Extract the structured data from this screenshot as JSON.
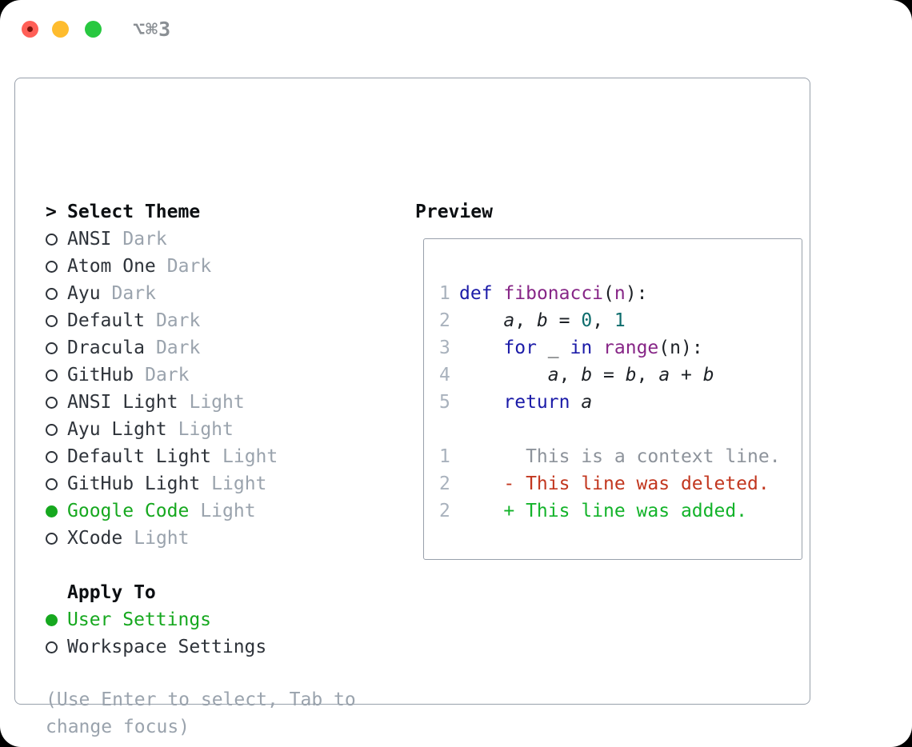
{
  "window": {
    "title": "⌥⌘3",
    "controls": [
      {
        "name": "close"
      },
      {
        "name": "minimize"
      },
      {
        "name": "zoom"
      }
    ]
  },
  "theme_panel": {
    "focus_prefix": ">",
    "title": "Select Theme",
    "themes": [
      {
        "name": "ANSI",
        "variant": "Dark",
        "selected": false
      },
      {
        "name": "Atom One",
        "variant": "Dark",
        "selected": false
      },
      {
        "name": "Ayu",
        "variant": "Dark",
        "selected": false
      },
      {
        "name": "Default",
        "variant": "Dark",
        "selected": false
      },
      {
        "name": "Dracula",
        "variant": "Dark",
        "selected": false
      },
      {
        "name": "GitHub",
        "variant": "Dark",
        "selected": false
      },
      {
        "name": "ANSI Light",
        "variant": "Light",
        "selected": false
      },
      {
        "name": "Ayu Light",
        "variant": "Light",
        "selected": false
      },
      {
        "name": "Default Light",
        "variant": "Light",
        "selected": false
      },
      {
        "name": "GitHub Light",
        "variant": "Light",
        "selected": false
      },
      {
        "name": "Google Code",
        "variant": "Light",
        "selected": true
      },
      {
        "name": "XCode",
        "variant": "Light",
        "selected": false
      }
    ],
    "apply_to": {
      "title": "Apply To",
      "options": [
        {
          "label": "User Settings",
          "selected": true
        },
        {
          "label": "Workspace Settings",
          "selected": false
        }
      ]
    },
    "help_text": "(Use Enter to select, Tab to change focus)"
  },
  "preview": {
    "title": "Preview",
    "lines": [
      {
        "n": "1",
        "toks": [
          [
            "kw",
            "def"
          ],
          [
            "pl",
            " "
          ],
          [
            "fn",
            "fibonacci"
          ],
          [
            "pl",
            "("
          ],
          [
            "param",
            "n"
          ],
          [
            "pl",
            "):"
          ]
        ]
      },
      {
        "n": "2",
        "toks": [
          [
            "pl",
            "    "
          ],
          [
            "var",
            "a"
          ],
          [
            "pl",
            ", "
          ],
          [
            "var",
            "b"
          ],
          [
            "pl",
            " = "
          ],
          [
            "lit",
            "0"
          ],
          [
            "pl",
            ", "
          ],
          [
            "lit",
            "1"
          ]
        ]
      },
      {
        "n": "3",
        "toks": [
          [
            "pl",
            "    "
          ],
          [
            "kw",
            "for"
          ],
          [
            "pl",
            " _ "
          ],
          [
            "kw",
            "in"
          ],
          [
            "pl",
            " "
          ],
          [
            "fn",
            "range"
          ],
          [
            "pl",
            "(n):"
          ]
        ]
      },
      {
        "n": "4",
        "toks": [
          [
            "pl",
            "        "
          ],
          [
            "var",
            "a"
          ],
          [
            "pl",
            ", "
          ],
          [
            "var",
            "b"
          ],
          [
            "pl",
            " = "
          ],
          [
            "var",
            "b"
          ],
          [
            "pl",
            ", "
          ],
          [
            "var",
            "a"
          ],
          [
            "pl",
            " + "
          ],
          [
            "var",
            "b"
          ]
        ]
      },
      {
        "n": "5",
        "toks": [
          [
            "pl",
            "    "
          ],
          [
            "kw",
            "return"
          ],
          [
            "pl",
            " "
          ],
          [
            "var",
            "a"
          ]
        ]
      },
      {
        "n": "",
        "toks": []
      },
      {
        "n": "1",
        "toks": [
          [
            "ctx",
            "      This is a context line."
          ]
        ]
      },
      {
        "n": "2",
        "toks": [
          [
            "del",
            "    - This line was deleted."
          ]
        ]
      },
      {
        "n": "2",
        "toks": [
          [
            "add",
            "    + This line was added."
          ]
        ]
      }
    ]
  },
  "colors": {
    "window_bg": "#ffffff",
    "panel_border": "#98a0ab",
    "title_gray": "#8a8f94",
    "traffic_red": "#ff5f57",
    "traffic_red_dot": "#7c120b",
    "traffic_yellow": "#febc2e",
    "traffic_green": "#28c840",
    "heading_black": "#0c0f12",
    "text_dark": "#2e333a",
    "muted_gray": "#9aa3ad",
    "accent_green": "#16a81f",
    "line_number": "#a9b2bd",
    "keyword": "#1b1ba8",
    "function_name": "#872687",
    "literal": "#0d6c6c",
    "plain": "#1d2126",
    "context": "#8d939b",
    "deleted": "#c2371f",
    "added": "#13b32a"
  }
}
